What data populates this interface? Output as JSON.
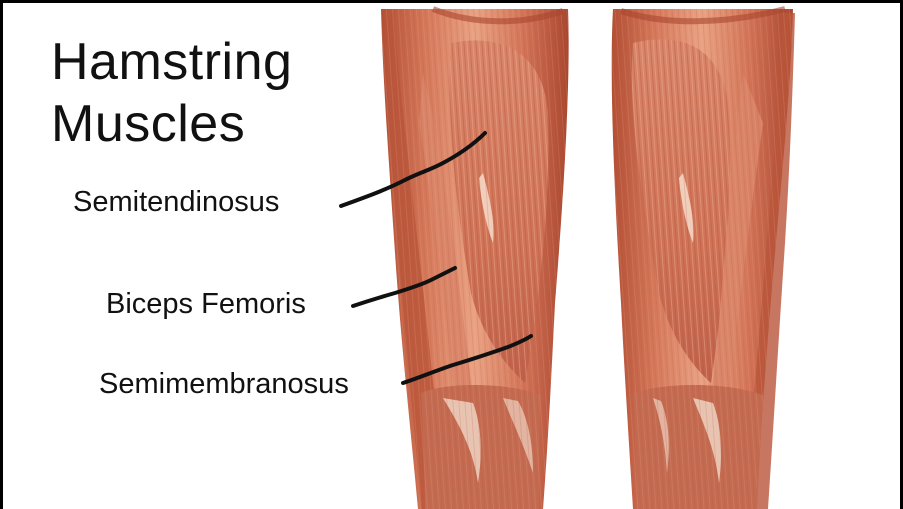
{
  "title": {
    "line1": "Hamstring",
    "line2": "Muscles"
  },
  "labels": {
    "semitendinosus": "Semitendinosus",
    "biceps_femoris": "Biceps Femoris",
    "semimembranosus": "Semimembranosus"
  },
  "colors": {
    "muscle": "#c8664a",
    "muscle_light": "#e8a085",
    "muscle_dark": "#9a3f2a",
    "tendon": "#f2dccd",
    "leader_line": "#111111",
    "frame": "#000000"
  }
}
